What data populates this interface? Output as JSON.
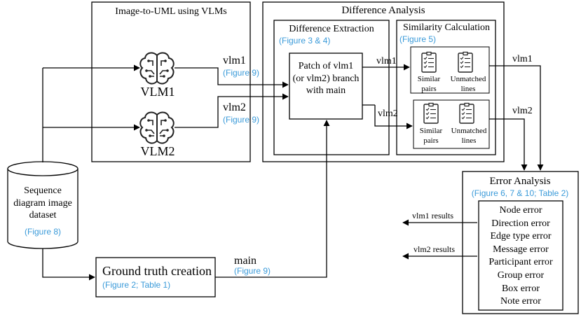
{
  "vlm_box": {
    "title": "Image-to-UML using VLMs",
    "vlm1": "VLM1",
    "vlm2": "VLM2",
    "vlm1_ref": "(Figure 9)",
    "vlm2_ref": "(Figure 9)",
    "vlm1_edge": "vlm1",
    "vlm2_edge": "vlm2"
  },
  "difference_analysis": {
    "title": "Difference Analysis",
    "extraction": {
      "title": "Difference Extraction",
      "ref": "(Figure 3 & 4)",
      "patch_text": "Patch of vlm1 (or vlm2) branch with main"
    },
    "similarity": {
      "title": "Similarity Calculation",
      "ref": "(Figure 5)",
      "similar_pairs": "Similar pairs",
      "unmatched_lines": "Unmatched lines"
    },
    "edge_vlm1": "vlm1",
    "edge_vlm2": "vlm2"
  },
  "out_edges": {
    "vlm1": "vlm1",
    "vlm2": "vlm2"
  },
  "dataset": {
    "label": "Sequence diagram image dataset",
    "ref": "(Figure 8)"
  },
  "ground_truth": {
    "title": "Ground truth creation",
    "ref": "(Figure 2; Table 1)",
    "edge": "main",
    "edge_ref": "(Figure 9)"
  },
  "error_analysis": {
    "title": "Error Analysis",
    "ref": "(Figure 6, 7 & 10; Table 2)",
    "errors": [
      "Node error",
      "Direction error",
      "Edge type error",
      "Message error",
      "Participant error",
      "Group error",
      "Box error",
      "Note error"
    ],
    "vlm1_results": "vlm1 results",
    "vlm2_results": "vlm2 results"
  },
  "colors": {
    "reference_blue": "#3a9ad9",
    "line": "#000000"
  },
  "icons": [
    "brain-circuit-icon",
    "checklist-icon"
  ]
}
